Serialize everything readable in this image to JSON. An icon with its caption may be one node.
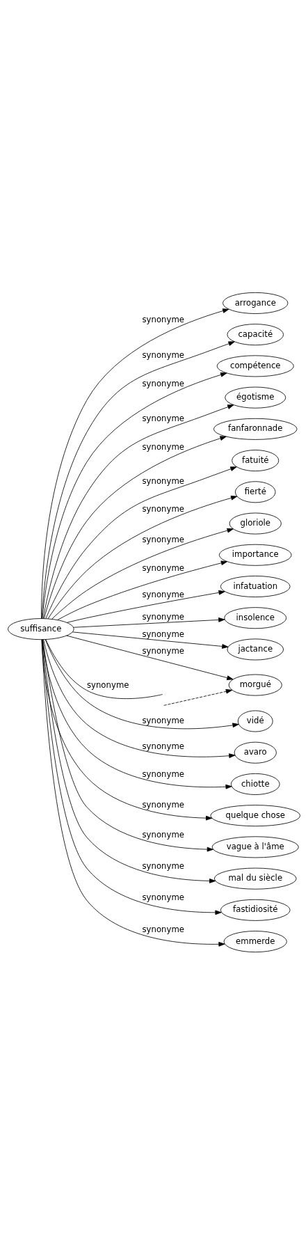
{
  "diagram": {
    "nodes": [
      {
        "text": [
          "suffisance"
        ]
      },
      {
        "text": [
          "arrogance"
        ]
      },
      {
        "text": [
          "capacité"
        ]
      },
      {
        "text": [
          "compétence"
        ]
      },
      {
        "text": [
          "égotisme"
        ]
      },
      {
        "text": [
          "fanfaronnade"
        ]
      },
      {
        "text": [
          "fatuité"
        ]
      },
      {
        "text": [
          "fierté"
        ]
      },
      {
        "text": [
          "gloriole"
        ]
      },
      {
        "text": [
          "importance"
        ]
      },
      {
        "text": [
          "infatuation"
        ]
      },
      {
        "text": [
          "insolence"
        ]
      },
      {
        "text": [
          "jactance"
        ]
      },
      {
        "text": [
          "morgué"
        ]
      },
      {
        "text": [
          "vidé"
        ]
      },
      {
        "text": [
          "avaro"
        ]
      },
      {
        "text": [
          "chiotte"
        ]
      },
      {
        "text": [
          "quelque chose"
        ]
      },
      {
        "text": [
          "vague à l'âme"
        ]
      },
      {
        "text": [
          "mal du siècle"
        ]
      },
      {
        "text": [
          "fastidiosité"
        ]
      },
      {
        "text": [
          "emmerde"
        ]
      }
    ],
    "edges": [
      {
        "from": null,
        "to": 13,
        "arrow": "to",
        "style": "dashed"
      },
      {
        "from": 0,
        "to": 1,
        "arrow": "to",
        "label": "synonyme"
      },
      {
        "from": 0,
        "to": 2,
        "arrow": "to",
        "label": "synonyme"
      },
      {
        "from": 0,
        "to": 3,
        "arrow": "to",
        "label": "synonyme"
      },
      {
        "from": 0,
        "to": 4,
        "arrow": "to",
        "label": "synonyme"
      },
      {
        "from": 0,
        "to": 5,
        "arrow": "to",
        "label": "synonyme"
      },
      {
        "from": 0,
        "to": 6,
        "arrow": "to",
        "label": "synonyme"
      },
      {
        "from": 0,
        "to": 7,
        "arrow": "to",
        "label": "synonyme"
      },
      {
        "from": 0,
        "to": 8,
        "arrow": "to",
        "label": "synonyme"
      },
      {
        "from": 0,
        "to": 9,
        "arrow": "to",
        "label": "synonyme"
      },
      {
        "from": 0,
        "to": 10,
        "arrow": "to",
        "label": "synonyme"
      },
      {
        "from": 0,
        "to": 11,
        "arrow": "to",
        "label": "synonyme"
      },
      {
        "from": 0,
        "to": 12,
        "arrow": "to",
        "label": "synonyme"
      },
      {
        "from": 0,
        "to": 13,
        "arrow": "to",
        "label": "synonyme"
      },
      {
        "from": 0,
        "to": null,
        "arrow": "none",
        "label": "synonyme"
      },
      {
        "from": 0,
        "to": 14,
        "arrow": "to",
        "label": "synonyme"
      },
      {
        "from": 0,
        "to": 15,
        "arrow": "to",
        "label": "synonyme"
      },
      {
        "from": 0,
        "to": 16,
        "arrow": "to",
        "label": "synonyme"
      },
      {
        "from": 0,
        "to": 17,
        "arrow": "to",
        "label": "synonyme"
      },
      {
        "from": 0,
        "to": 18,
        "arrow": "to",
        "label": "synonyme"
      },
      {
        "from": 0,
        "to": 19,
        "arrow": "to",
        "label": "synonyme"
      },
      {
        "from": 0,
        "to": 20,
        "arrow": "to",
        "label": "synonyme"
      },
      {
        "from": 0,
        "to": 21,
        "arrow": "to",
        "label": "synonyme"
      }
    ]
  }
}
